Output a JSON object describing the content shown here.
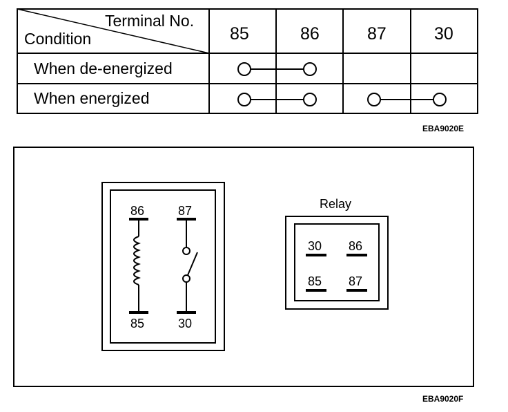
{
  "table": {
    "header_terminal": "Terminal No.",
    "header_condition": "Condition",
    "terminals": [
      "85",
      "86",
      "87",
      "30"
    ],
    "rows": [
      {
        "label": "When de-energized",
        "connections": [
          [
            "85",
            "86"
          ]
        ]
      },
      {
        "label": "When energized",
        "connections": [
          [
            "85",
            "86"
          ],
          [
            "87",
            "30"
          ]
        ]
      }
    ],
    "code": "EBA9020E"
  },
  "schematic": {
    "terminal_86": "86",
    "terminal_87": "87",
    "terminal_85": "85",
    "terminal_30": "30"
  },
  "relay": {
    "title": "Relay",
    "pin_top_left": "30",
    "pin_top_right": "86",
    "pin_bottom_left": "85",
    "pin_bottom_right": "87"
  },
  "figure_code": "EBA9020F"
}
